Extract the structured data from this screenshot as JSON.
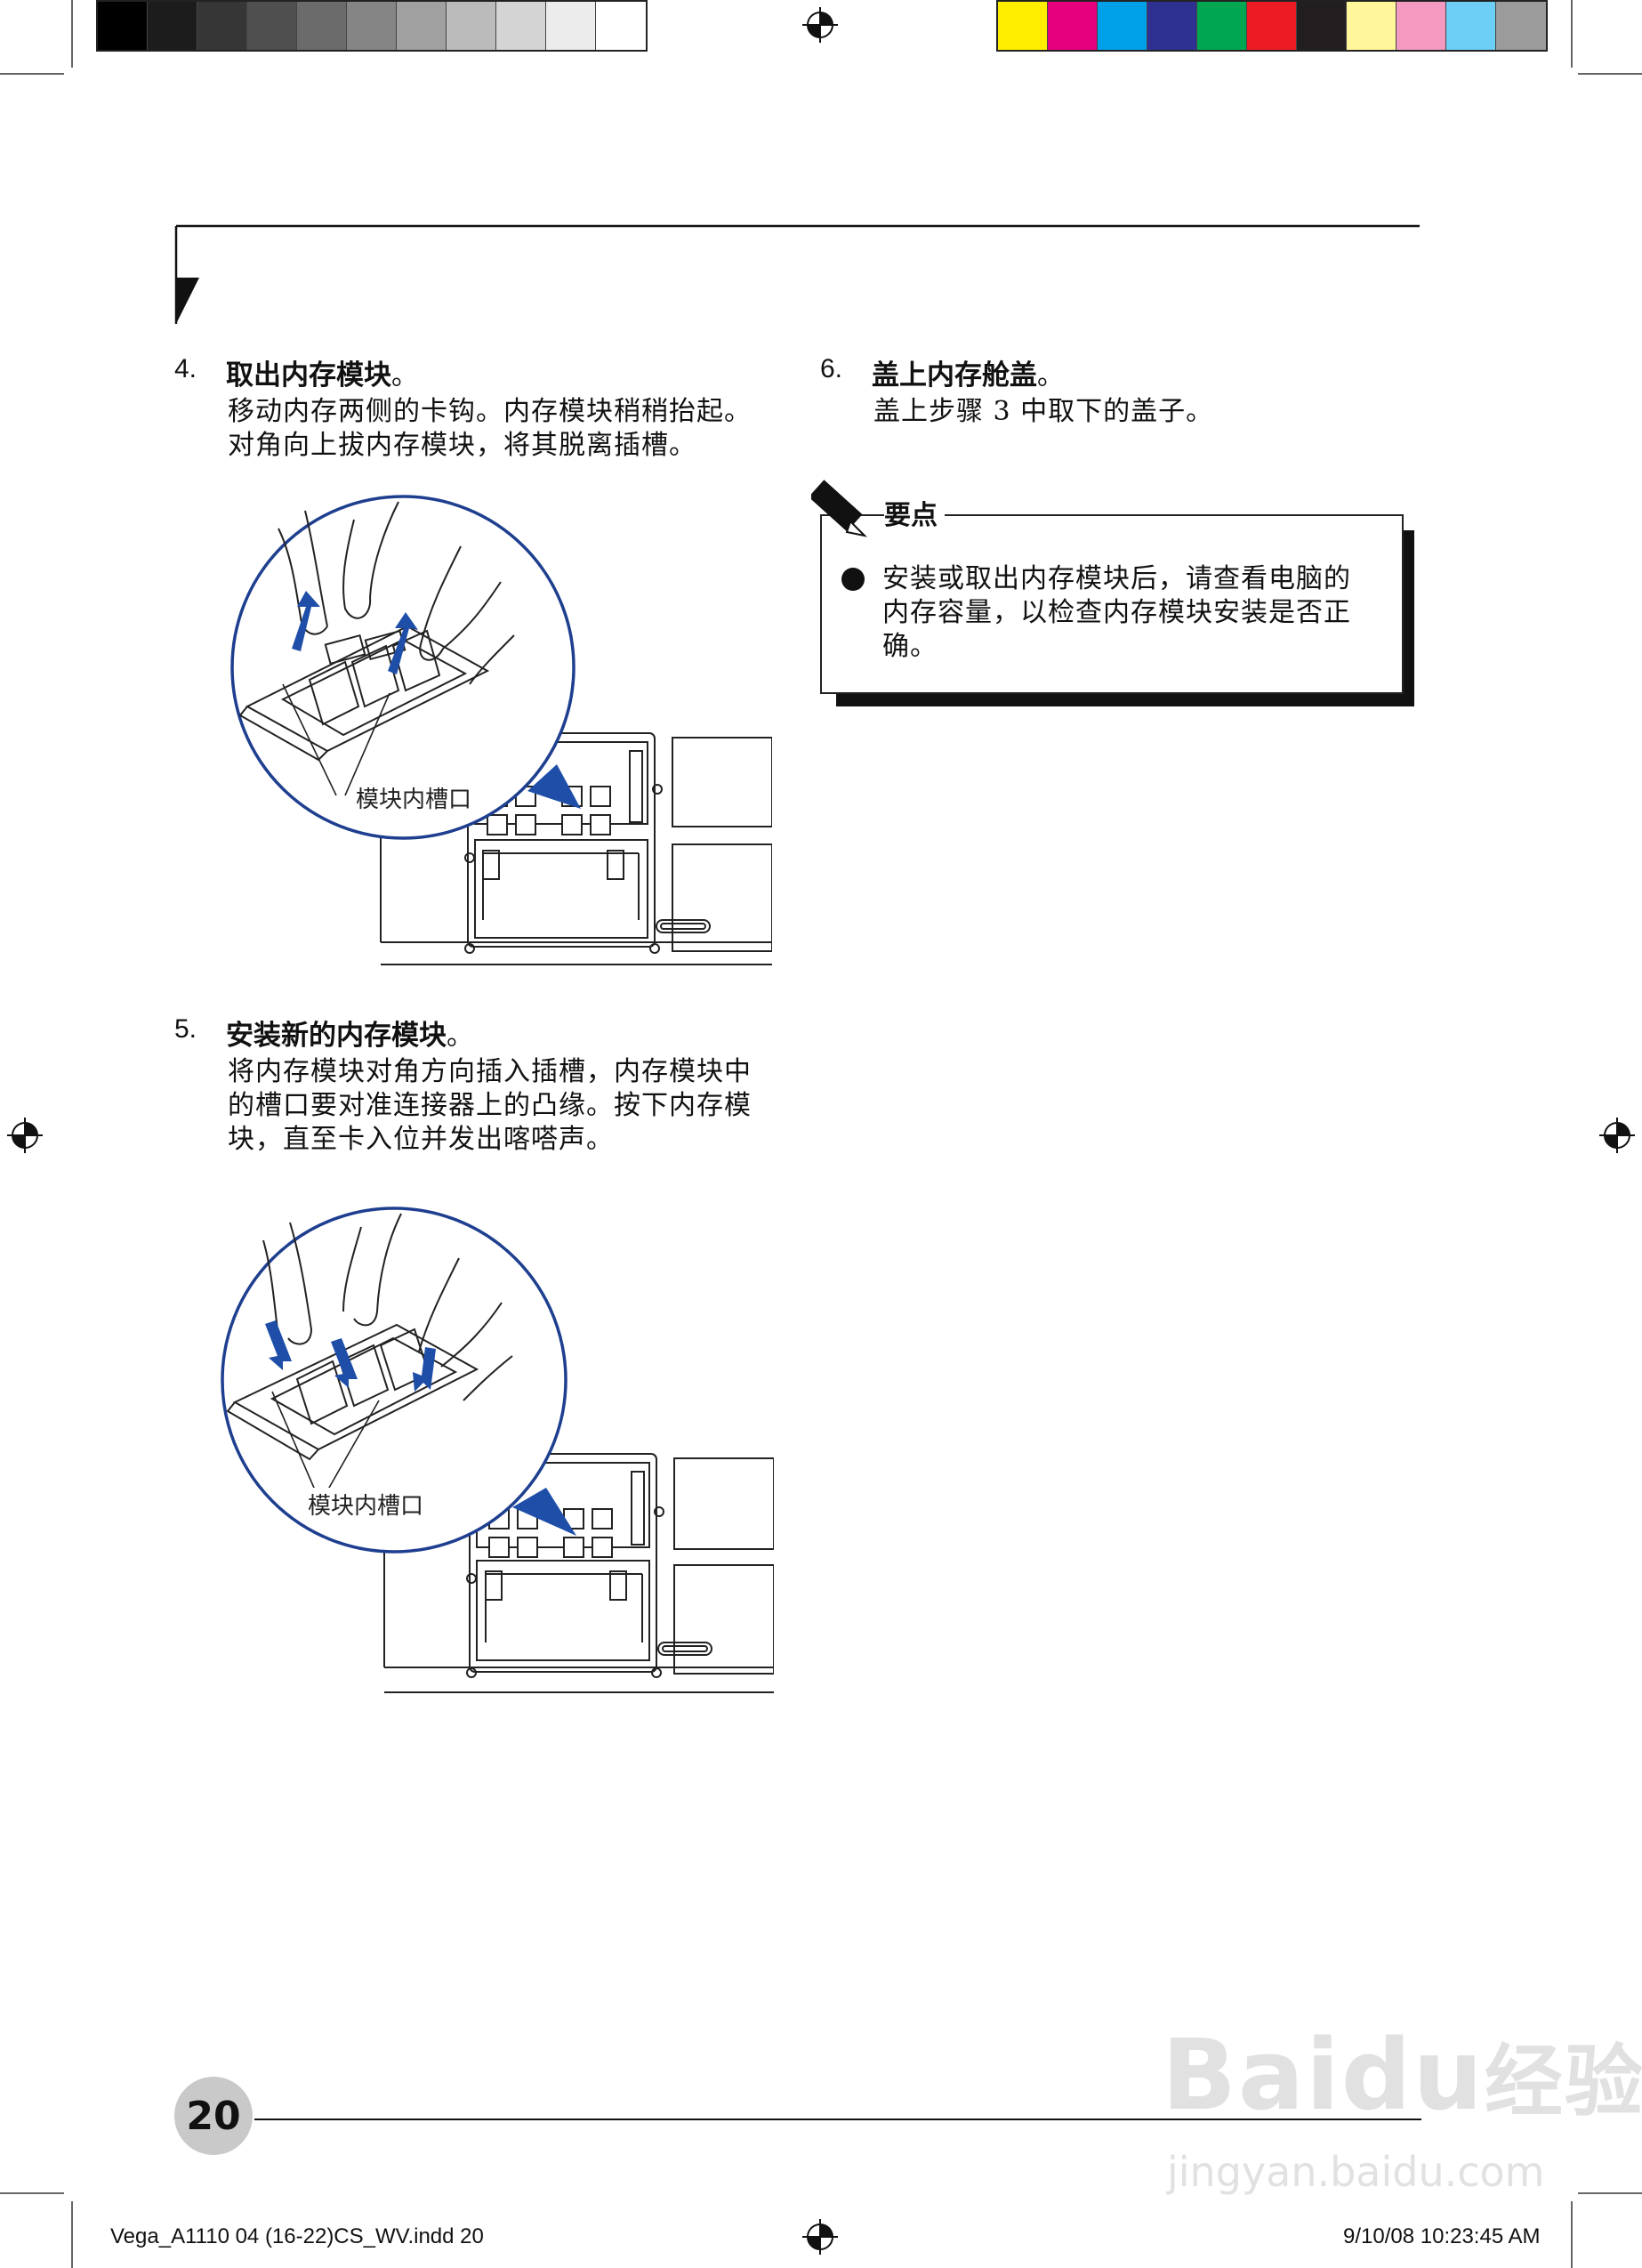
{
  "color_bars": {
    "gray": [
      "#000000",
      "#1c1c1c",
      "#363636",
      "#4f4f4f",
      "#6b6b6b",
      "#858585",
      "#a0a0a0",
      "#bbbbbb",
      "#d4d4d4",
      "#ececec",
      "#ffffff"
    ],
    "color": [
      "#ffee00",
      "#e6007e",
      "#00a0e9",
      "#2e3192",
      "#00a651",
      "#ed1c24",
      "#231f20",
      "#fff799",
      "#f49ac1",
      "#6dcff6",
      "#9b9b9b"
    ]
  },
  "steps": {
    "s4": {
      "num": "4.",
      "title": "取出内存模块",
      "title_punct": "。",
      "lines": [
        "移动内存两侧的卡钩。内存模块稍稍抬起。",
        "对角向上拔内存模块，将其脱离插槽。"
      ],
      "callout": "模块内槽口"
    },
    "s5": {
      "num": "5.",
      "title": "安装新的内存模块",
      "title_punct": "。",
      "lines": [
        "将内存模块对角方向插入插槽，内存模块中",
        "的槽口要对准连接器上的凸缘。按下内存模",
        "块，直至卡入位并发出喀嗒声。"
      ],
      "callout": "模块内槽口"
    },
    "s6": {
      "num": "6.",
      "title": "盖上内存舱盖",
      "title_punct": "。",
      "lines": [
        "盖上步骤 3 中取下的盖子。"
      ]
    }
  },
  "note": {
    "title": "要点",
    "lines": [
      "安装或取出内存模块后，请查看电脑的",
      "内存容量，以检查内存模块安装是否正",
      "确。"
    ]
  },
  "page_number": "20",
  "footer": {
    "file": "Vega_A1110 04 (16-22)CS_WV.indd   20",
    "timestamp": "9/10/08   10:23:45 AM"
  },
  "watermark": {
    "line1": "Bai",
    "line1b": "du",
    "line1c": "经验",
    "line2": "jingyan.baidu.com"
  }
}
